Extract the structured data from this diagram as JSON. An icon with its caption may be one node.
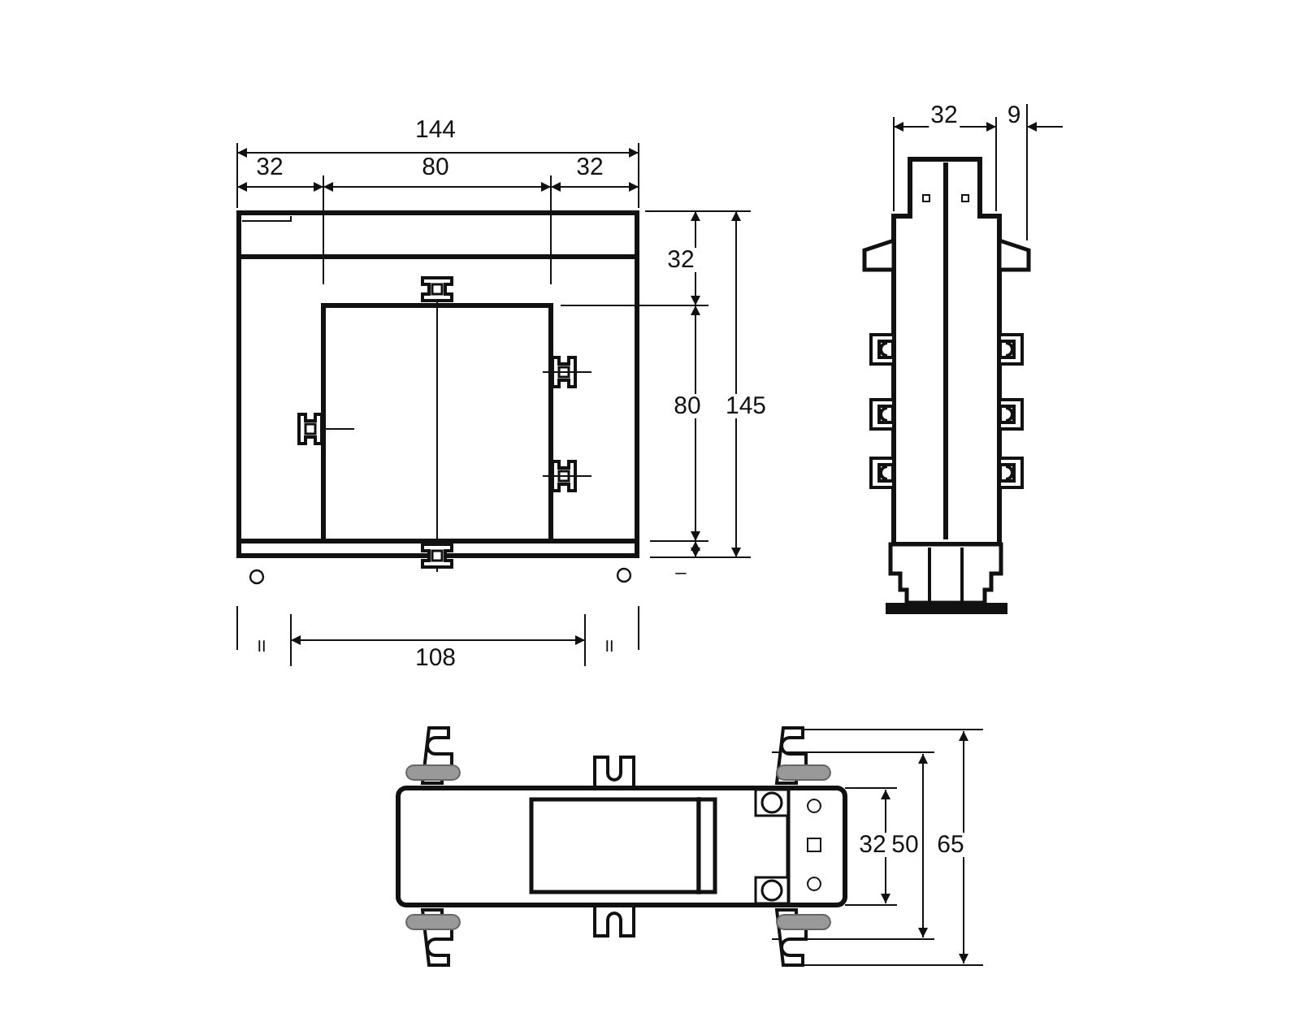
{
  "diagram": {
    "labels": [
      "144",
      "32",
      "80",
      "32",
      "32",
      "80",
      "145",
      "–",
      "II",
      "108",
      "II",
      "32",
      "9",
      "32",
      "50",
      "65"
    ]
  }
}
